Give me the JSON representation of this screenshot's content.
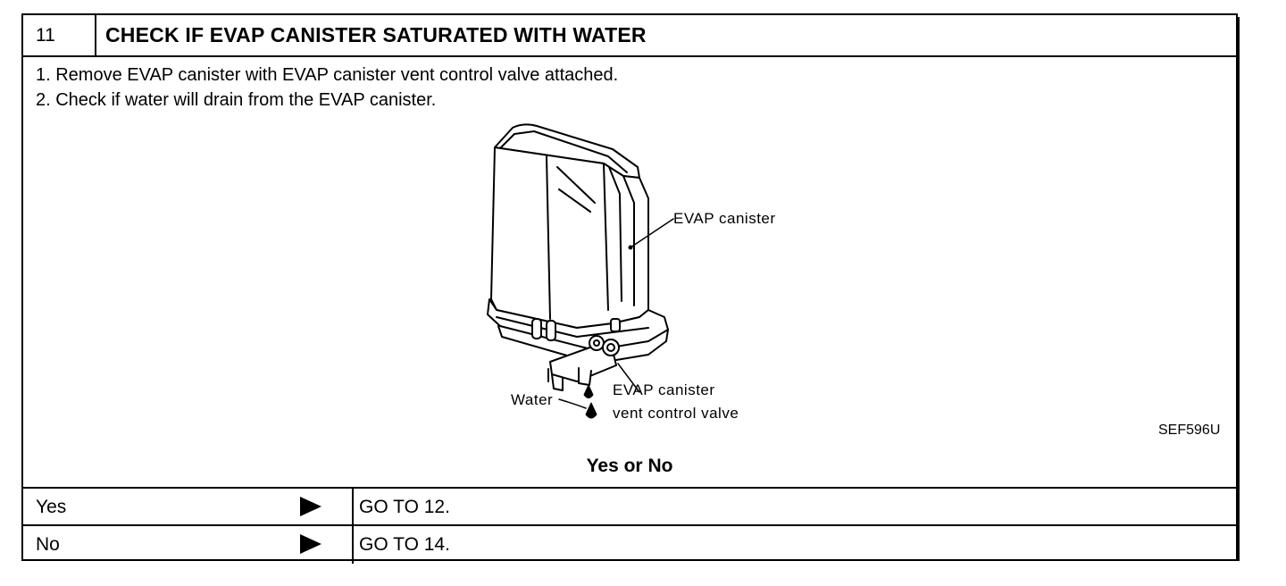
{
  "header": {
    "step_number": "11",
    "title": "CHECK IF EVAP CANISTER SATURATED WITH WATER"
  },
  "steps": [
    "1.  Remove EVAP canister with EVAP canister vent control valve attached.",
    "2.  Check if water will drain from the EVAP canister."
  ],
  "figure": {
    "labels": {
      "canister": "EVAP canister",
      "valve_line1": "EVAP canister",
      "valve_line2": "vent control valve",
      "water": "Water"
    },
    "code": "SEF596U",
    "icon": "evap-canister-illustration"
  },
  "question": "Yes or No",
  "results": [
    {
      "answer": "Yes",
      "action": "GO TO 12."
    },
    {
      "answer": "No",
      "action": "GO TO 14."
    }
  ]
}
